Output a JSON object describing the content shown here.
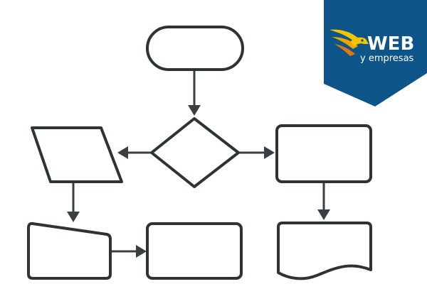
{
  "logo": {
    "word": "WEB",
    "subtitle": "y empresas",
    "background_color": "#0d5489",
    "bird_colors": [
      "#f2c500",
      "#f0a500",
      "#e07a10"
    ]
  },
  "diagram": {
    "stroke_color": "#2d3436",
    "arrow_color": "#3a3f44",
    "node_types": {
      "start-terminal": "terminator",
      "decision": "diamond",
      "left-input": "parallelogram",
      "right-process": "rectangle",
      "manual-input": "manual-input",
      "bottom-middle-process": "rectangle",
      "document": "document"
    }
  }
}
